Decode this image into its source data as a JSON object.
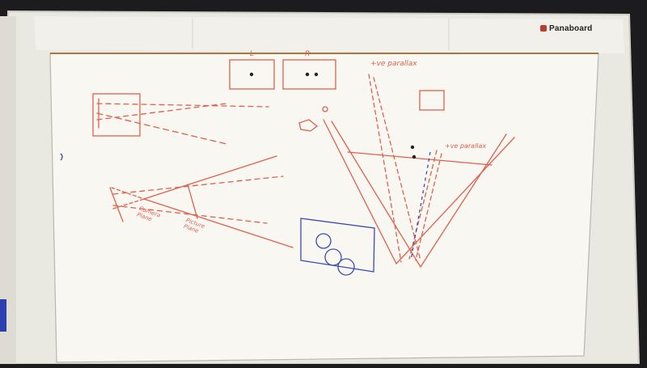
{
  "board": {
    "brand": "Panaboard"
  },
  "whiteboard_text": {
    "left_box_label": "L",
    "right_box_label": "R",
    "positive_parallax_top": "+ve parallax",
    "positive_parallax_right": "+ve parallax",
    "camera_label": "Camera\nPlane",
    "image_plane_label": "Picture\nPlane"
  },
  "colors": {
    "wall": "#1c1c1e",
    "board_frame": "#ecebe4",
    "board_surface": "#f7f6f1",
    "red_marker": "#e0604c",
    "blue_marker": "#3b4bb5",
    "black_marker": "#222222"
  }
}
